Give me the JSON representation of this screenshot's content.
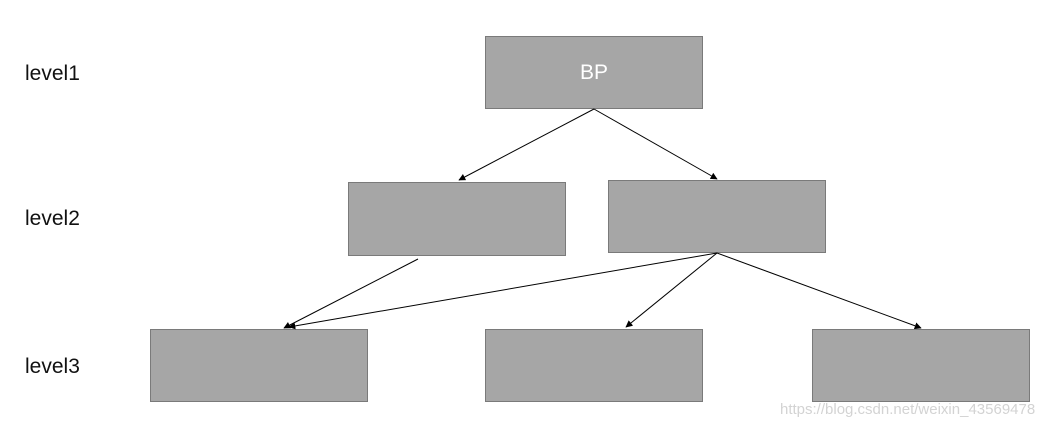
{
  "levels": [
    "level1",
    "level2",
    "level3"
  ],
  "root": {
    "label": "BP"
  },
  "watermark": "https://blog.csdn.net/weixin_43569478",
  "colors": {
    "node_fill": "#a6a6a6",
    "node_border": "#7a7a7a",
    "node_text": "#ffffff",
    "edge": "#000000",
    "watermark": "#d3d3d3"
  }
}
